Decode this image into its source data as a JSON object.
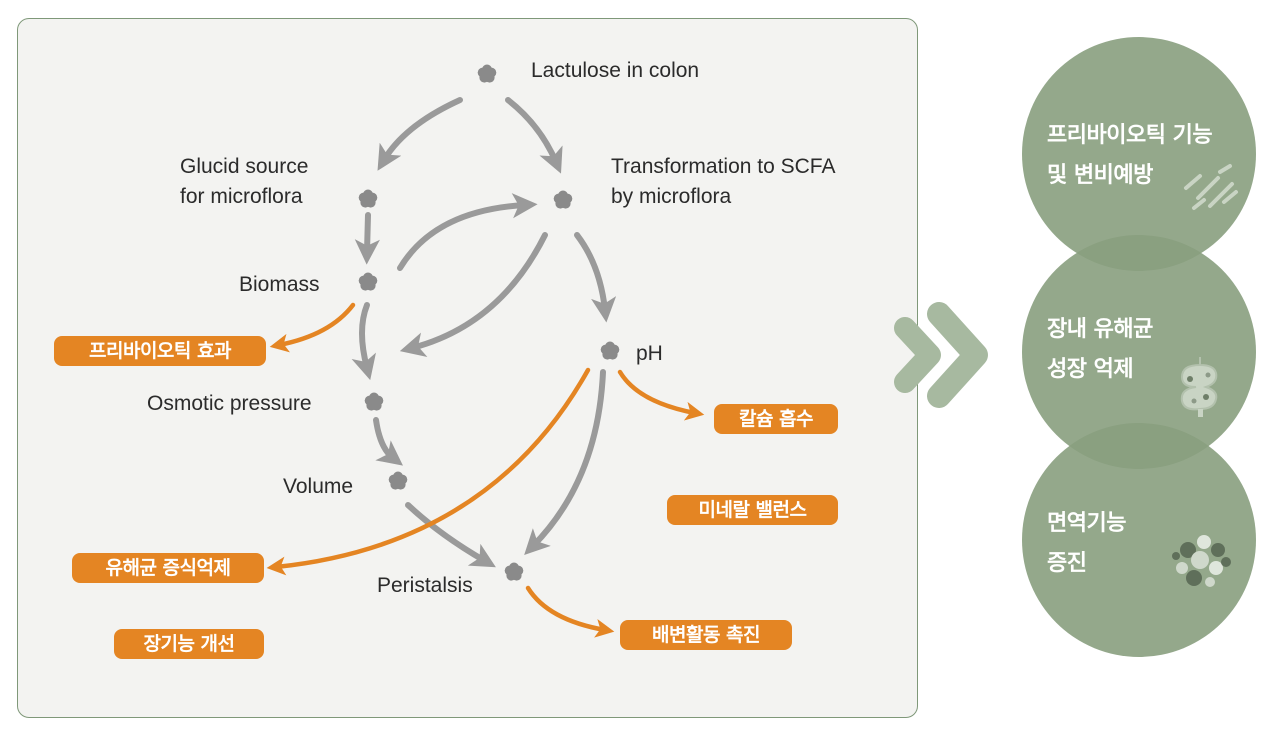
{
  "nodes": {
    "lactulose": "Lactulose in colon",
    "glucid": "Glucid source\nfor microflora",
    "scfa": "Transformation to SCFA\nby microflora",
    "biomass": "Biomass",
    "ph": "pH",
    "osmotic": "Osmotic pressure",
    "volume": "Volume",
    "peristalsis": "Peristalsis"
  },
  "effects": {
    "prebiotic_effect": "프리바이오틱 효과",
    "calcium_absorption": "칼슘 흡수",
    "mineral_balance": "미네랄 밸런스",
    "pathogen_inhibition": "유해균 증식억제",
    "intestinal_improvement": "장기능 개선",
    "bowel_promotion": "배변활동 촉진"
  },
  "benefits": [
    {
      "text": "프리바이오틱 기능\n및 변비예방",
      "icon": "bacteria-lines-icon"
    },
    {
      "text": "장내 유해균\n성장 억제",
      "icon": "intestine-icon"
    },
    {
      "text": "면역기능\n증진",
      "icon": "cells-cluster-icon"
    }
  ],
  "colors": {
    "panel_border": "#7f9879",
    "panel_bg": "#f3f3f1",
    "gray_arrow": "#9a9a9a",
    "orange_arrow": "#e48523",
    "badge": "#e48523",
    "circle": "#889e7e",
    "chevron": "#a7b9a0",
    "node_marker": "#8a8a8a"
  }
}
